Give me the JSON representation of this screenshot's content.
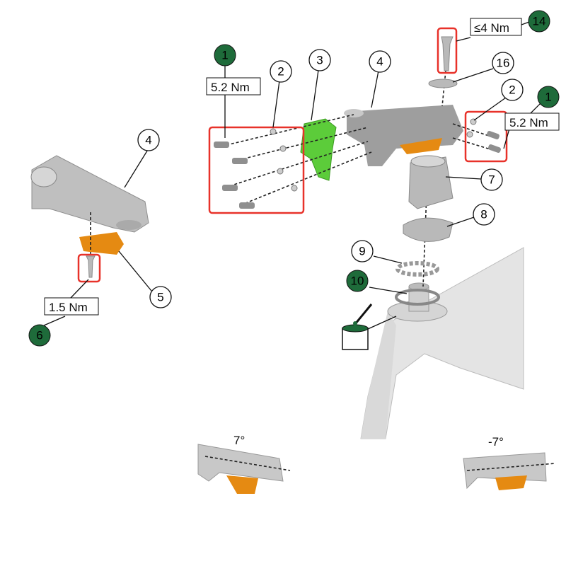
{
  "callouts": {
    "c1_left": "1",
    "c2_left": "2",
    "c3": "3",
    "c4_main": "4",
    "c14": "14",
    "c16": "16",
    "c2_right": "2",
    "c1_right": "1",
    "c7": "7",
    "c8": "8",
    "c9": "9",
    "c10": "10",
    "c4_side": "4",
    "c5": "5",
    "c6": "6"
  },
  "torques": {
    "stem_faceplate": "5.2 Nm",
    "top_cap": "≤4 Nm",
    "steerer_clamp": "5.2 Nm",
    "wedge": "1.5 Nm"
  },
  "angles": {
    "positive": "7°",
    "negative": "-7°"
  },
  "colors": {
    "highlight_callout": "#1e6b3a",
    "red_box": "#e8322a",
    "accent_orange": "#e58a12",
    "accent_green": "#5ccc3a"
  }
}
